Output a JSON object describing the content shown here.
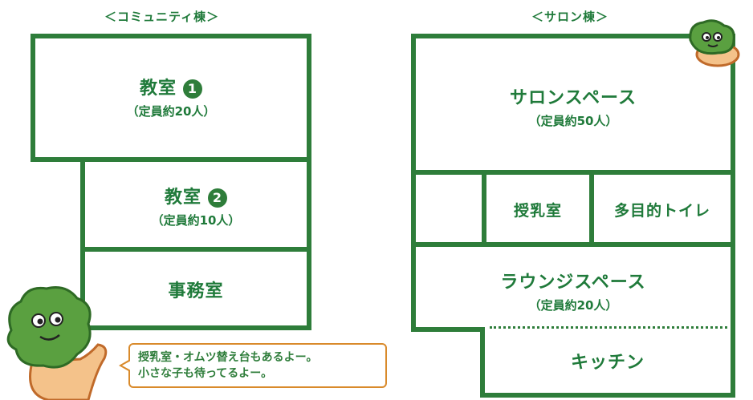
{
  "community": {
    "title": "＜コミュニティ棟＞",
    "room1": {
      "name": "教室",
      "number": "1",
      "capacity": "（定員約20人）"
    },
    "room2": {
      "name": "教室",
      "number": "2",
      "capacity": "（定員約10人）"
    },
    "office": {
      "name": "事務室"
    }
  },
  "salon": {
    "title": "＜サロン棟＞",
    "salon_space": {
      "name": "サロンスペース",
      "capacity": "（定員約50人）"
    },
    "nursing": {
      "name": "授乳室"
    },
    "toilet": {
      "name": "多目的トイレ"
    },
    "lounge": {
      "name": "ラウンジスペース",
      "capacity": "（定員約20人）"
    },
    "kitchen": {
      "name": "キッチン"
    }
  },
  "speech": {
    "line1": "授乳室・オムツ替え台もあるよー。",
    "line2": "小さな子も待ってるよー。"
  },
  "colors": {
    "wall": "#2e7d3a",
    "text": "#1f7a3a",
    "bubble_border": "#d98a2b",
    "mascot_green": "#5aa040",
    "mascot_body": "#f4c28a"
  }
}
